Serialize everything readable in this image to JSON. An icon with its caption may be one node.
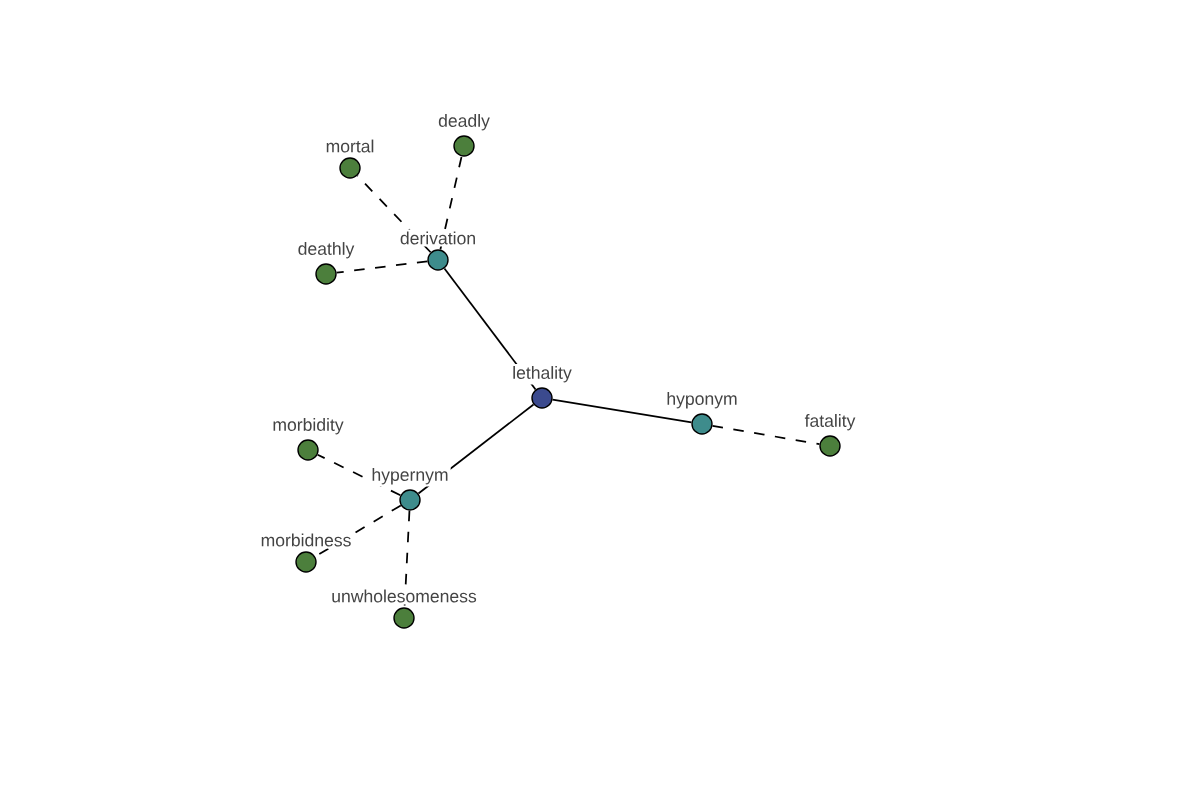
{
  "diagram": {
    "nodes": [
      {
        "text": [
          "lethality"
        ]
      },
      {
        "text": [
          "derivation"
        ]
      },
      {
        "text": [
          "hyponym"
        ]
      },
      {
        "text": [
          "hypernym"
        ]
      },
      {
        "text": [
          "mortal"
        ]
      },
      {
        "text": [
          "deadly"
        ]
      },
      {
        "text": [
          "deathly"
        ]
      },
      {
        "text": [
          "fatality"
        ]
      },
      {
        "text": [
          "morbidity"
        ]
      },
      {
        "text": [
          "morbidness"
        ]
      },
      {
        "text": [
          "unwholesomeness"
        ]
      }
    ],
    "edges": [
      {
        "from": 0,
        "to": 1,
        "arrow": "none"
      },
      {
        "from": 0,
        "to": 2,
        "arrow": "none"
      },
      {
        "from": 0,
        "to": 3,
        "arrow": "none"
      },
      {
        "from": 1,
        "to": 4,
        "arrow": "none",
        "style": "dashed"
      },
      {
        "from": 1,
        "to": 5,
        "arrow": "none",
        "style": "dashed"
      },
      {
        "from": 1,
        "to": 6,
        "arrow": "none",
        "style": "dashed"
      },
      {
        "from": 2,
        "to": 7,
        "arrow": "none",
        "style": "dashed"
      },
      {
        "from": 3,
        "to": 8,
        "arrow": "none",
        "style": "dashed"
      },
      {
        "from": 3,
        "to": 9,
        "arrow": "none",
        "style": "dashed"
      },
      {
        "from": 3,
        "to": 10,
        "arrow": "none",
        "style": "dashed"
      }
    ]
  }
}
